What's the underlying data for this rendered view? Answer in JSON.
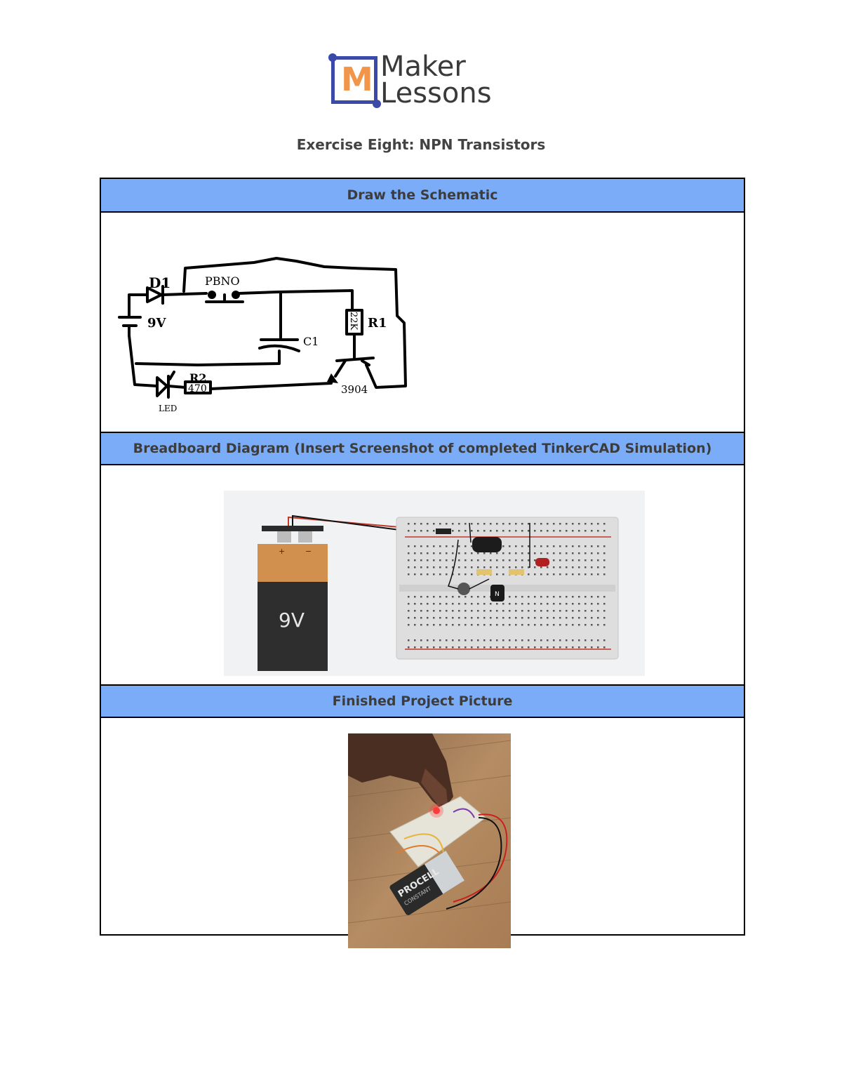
{
  "brand": {
    "line1": "Maker",
    "line2": "Lessons",
    "monogram": "M",
    "colors": {
      "primary": "#3b4aa8",
      "accent": "#f0954a"
    }
  },
  "document": {
    "title": "Exercise Eight: NPN Transistors"
  },
  "sections": [
    {
      "heading": "Draw the Schematic"
    },
    {
      "heading": "Breadboard Diagram (Insert Screenshot of completed TinkerCAD Simulation)"
    },
    {
      "heading": "Finished Project Picture"
    }
  ],
  "schematic": {
    "labels": {
      "diode": "D1",
      "switch": "PBNO",
      "battery": "9V",
      "capacitor": "C1",
      "resistor1_name": "R1",
      "resistor1_value": "22K",
      "resistor2_name": "R2",
      "resistor2_value": "470",
      "led": "LED",
      "transistor": "3904"
    }
  },
  "breadboard": {
    "battery_label": "9V",
    "plus": "+",
    "minus": "−",
    "transistor_mark": "N"
  },
  "photo": {
    "battery_brand": "PROCELL",
    "battery_sub": "CONSTANT"
  }
}
